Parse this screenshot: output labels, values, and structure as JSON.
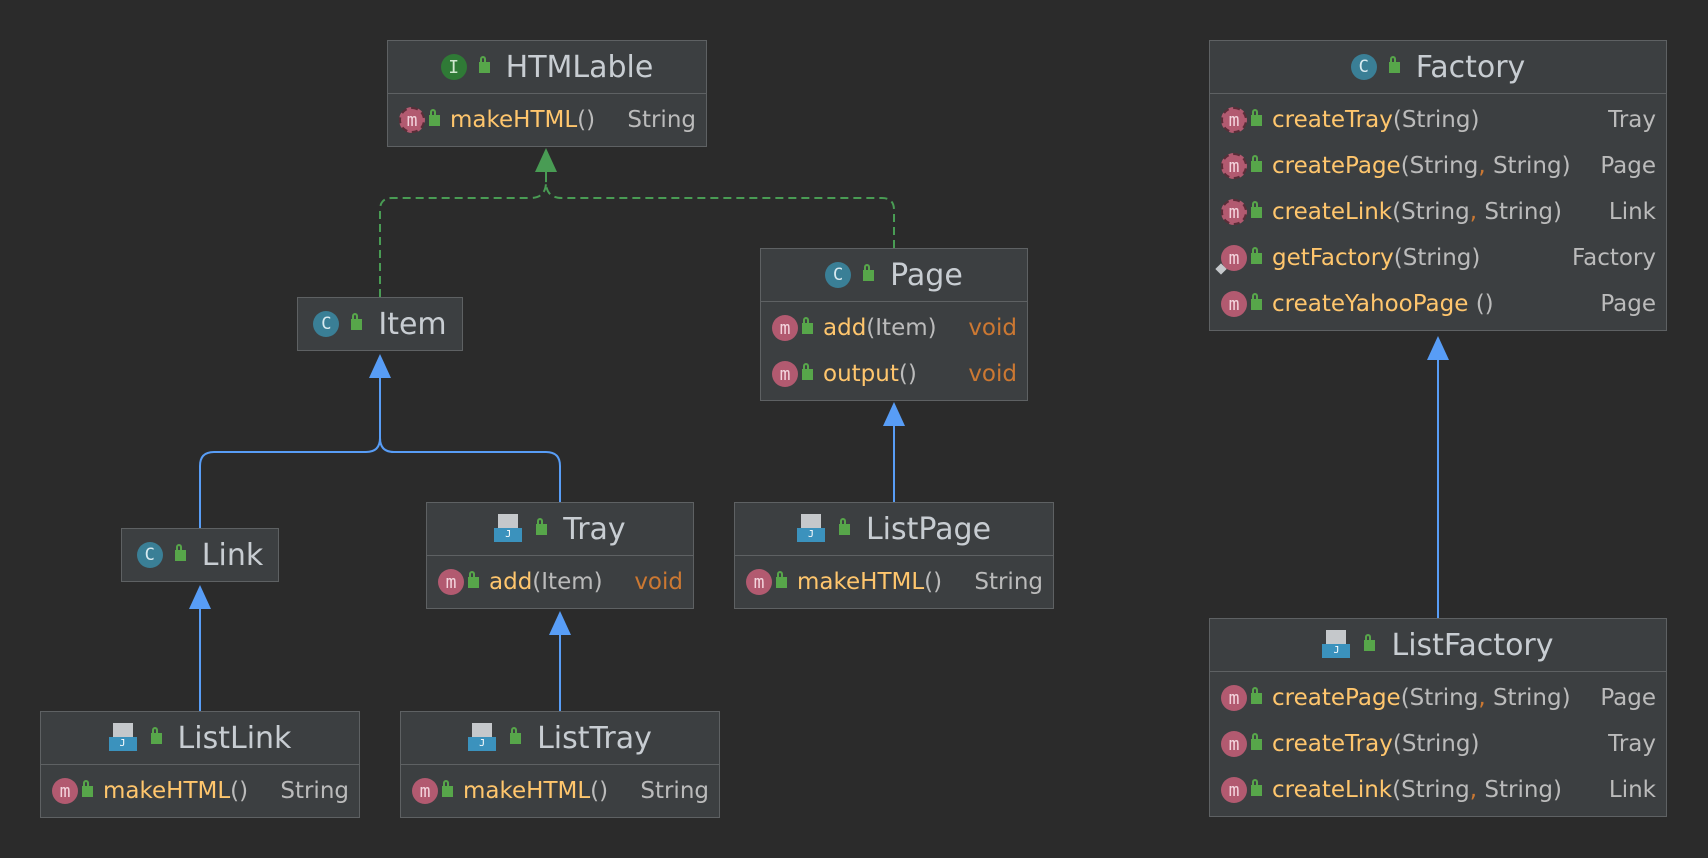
{
  "colors": {
    "background": "#2b2b2b",
    "node_bg": "#3c3f41",
    "method_name": "#ffc66d",
    "void": "#cc7832",
    "extends_arrow": "#589df6",
    "implements_arrow": "#499c54"
  },
  "nodes": {
    "htmlable": {
      "name": "HTMLable",
      "kind": "interface",
      "methods": [
        {
          "name": "makeHTML",
          "params": "()",
          "ret": "String"
        }
      ]
    },
    "factory": {
      "name": "Factory",
      "kind": "abstract-class",
      "methods": [
        {
          "name": "createTray",
          "params": "(String)",
          "ret": "Tray"
        },
        {
          "name": "createPage",
          "params": "(String, String)",
          "ret": "Page"
        },
        {
          "name": "createLink",
          "params": "(String, String)",
          "ret": "Link"
        },
        {
          "name": "getFactory",
          "params": "(String)",
          "ret": "Factory"
        },
        {
          "name": "createYahooPage",
          "params": " ()",
          "ret": "Page"
        }
      ]
    },
    "item": {
      "name": "Item",
      "kind": "abstract-class"
    },
    "page": {
      "name": "Page",
      "kind": "abstract-class",
      "methods": [
        {
          "name": "add",
          "params": "(Item)",
          "ret": "void"
        },
        {
          "name": "output",
          "params": "()",
          "ret": "void"
        }
      ]
    },
    "link": {
      "name": "Link",
      "kind": "abstract-class"
    },
    "tray": {
      "name": "Tray",
      "kind": "class",
      "methods": [
        {
          "name": "add",
          "params": "(Item)",
          "ret": "void"
        }
      ]
    },
    "listpage": {
      "name": "ListPage",
      "kind": "class",
      "methods": [
        {
          "name": "makeHTML",
          "params": "()",
          "ret": "String"
        }
      ]
    },
    "listlink": {
      "name": "ListLink",
      "kind": "class",
      "methods": [
        {
          "name": "makeHTML",
          "params": "()",
          "ret": "String"
        }
      ]
    },
    "listtray": {
      "name": "ListTray",
      "kind": "class",
      "methods": [
        {
          "name": "makeHTML",
          "params": "()",
          "ret": "String"
        }
      ]
    },
    "listfactory": {
      "name": "ListFactory",
      "kind": "class",
      "methods": [
        {
          "name": "createPage",
          "params": "(String, String)",
          "ret": "Page"
        },
        {
          "name": "createTray",
          "params": "(String)",
          "ret": "Tray"
        },
        {
          "name": "createLink",
          "params": "(String, String)",
          "ret": "Link"
        }
      ]
    }
  },
  "edges": [
    {
      "from": "Item",
      "to": "HTMLable",
      "type": "implements"
    },
    {
      "from": "Page",
      "to": "HTMLable",
      "type": "implements"
    },
    {
      "from": "Link",
      "to": "Item",
      "type": "extends"
    },
    {
      "from": "Tray",
      "to": "Item",
      "type": "extends"
    },
    {
      "from": "ListLink",
      "to": "Link",
      "type": "extends"
    },
    {
      "from": "ListTray",
      "to": "Tray",
      "type": "extends"
    },
    {
      "from": "ListPage",
      "to": "Page",
      "type": "extends"
    },
    {
      "from": "ListFactory",
      "to": "Factory",
      "type": "extends"
    }
  ]
}
